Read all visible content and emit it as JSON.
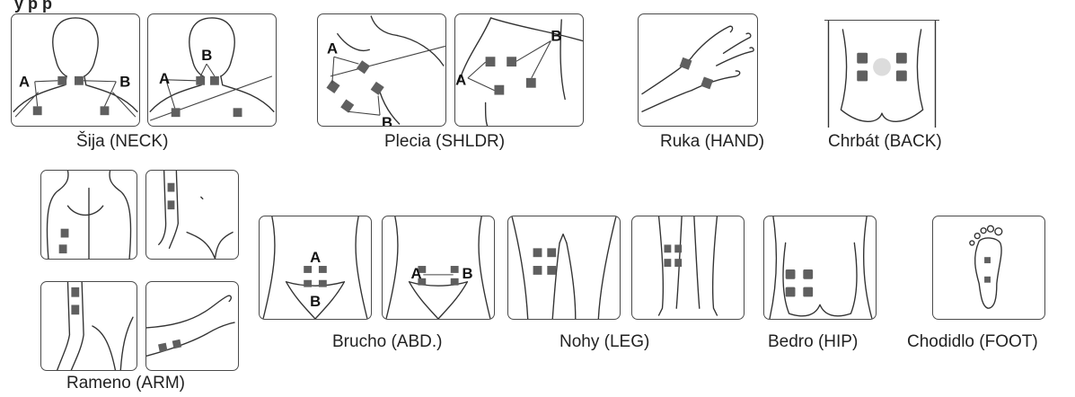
{
  "header": {
    "title_fragment": "y                                 p          p"
  },
  "captions": {
    "neck": "Šija (NECK)",
    "shoulder": "Plecia (SHLDR)",
    "hand": "Ruka (HAND)",
    "back": "Chrbát (BACK)",
    "arm": "Rameno (ARM)",
    "abdomen": "Brucho (ABD.)",
    "leg": "Nohy (LEG)",
    "hip": "Bedro (HIP)",
    "foot": "Chodidlo (FOOT)"
  },
  "labels": {
    "a": "A",
    "b": "B"
  }
}
